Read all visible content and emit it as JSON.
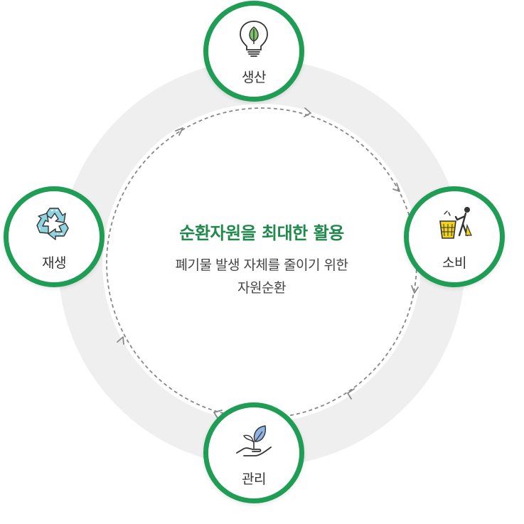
{
  "center": {
    "title": "순환자원을 최대한 활용",
    "description_line1": "폐기물 발생 자체를 줄이기 위한",
    "description_line2": "자원순환"
  },
  "nodes": {
    "top": {
      "label": "생산",
      "icon": "lightbulb-leaf-icon"
    },
    "right": {
      "label": "소비",
      "icon": "trash-disposal-icon"
    },
    "bottom": {
      "label": "관리",
      "icon": "hand-sprout-icon"
    },
    "left": {
      "label": "재생",
      "icon": "recycle-icon"
    }
  },
  "colors": {
    "accent_green": "#1f9d55",
    "title_green": "#1f8a4c",
    "ring_gray": "#efefef",
    "dashed_line": "#888888",
    "icon_yellow": "#f2d31b",
    "icon_leaf_green": "#7cc36a",
    "icon_leaf_blue": "#8fb4e3",
    "icon_recycle_cyan": "#8fd3e0"
  }
}
